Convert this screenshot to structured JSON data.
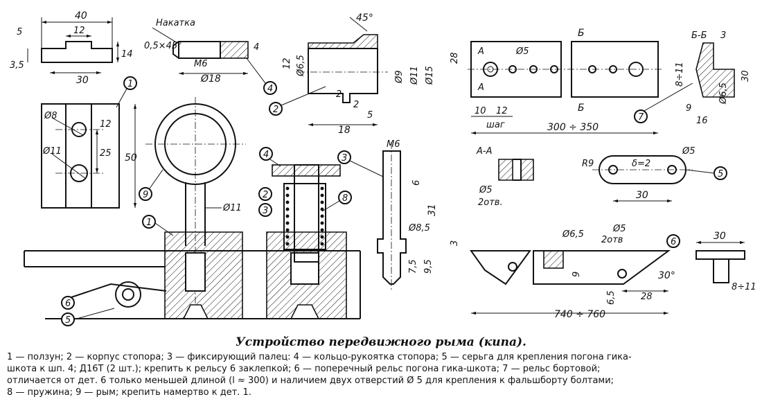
{
  "caption": {
    "title": "Устройство передвижного рыма (кипа).",
    "legend_lines": [
      "1 — ползун; 2 — корпус стопора; 3 — фиксирующий палец: 4 — кольцо-рукоятка стопора; 5 — серьга для крепления погона гика-",
      "шкота к шп. 4; Д16Т (2 шт.); крепить к рельсу 6 заклепкой; 6 — поперечный рельс погона гика-шкота; 7 — рельс бортовой;",
      "отличается от дет. 6 только меньшей длиной (l ≈ 300) и наличием двух отверстий Ø 5 для крепления к фальшборту болтами;",
      "8 — пружина; 9 — рым; крепить намертво к дет. 1."
    ]
  },
  "labels": {
    "knurl": "Накатка",
    "chamfer": "0,5×45°",
    "step": "шаг",
    "section_bb": "Б-Б",
    "section_b": "Б",
    "section_aa": "А-А",
    "section_a": "А",
    "delta": "δ=2",
    "holes_2": "2отв.",
    "holes_2b": "2отв"
  },
  "dimensions": {
    "d40": "40",
    "d12a": "12",
    "d5a": "5",
    "d14": "14",
    "d3_5": "3,5",
    "d30a": "30",
    "m6": "М6",
    "d18": "Ø18",
    "d4": "4",
    "ang45": "45°",
    "d28": "28",
    "d12b": "12",
    "d6_5a": "Ø6,5",
    "d9": "Ø9",
    "d11a": "Ø11",
    "d15": "Ø15",
    "d2a": "2",
    "d2b": "2",
    "d5b": "5",
    "d18b": "18",
    "d5c": "Ø5",
    "d10": "10",
    "d12c": "12",
    "d300": "300 ÷ 350",
    "d3a": "3",
    "d8_11a": "8÷11",
    "d30b": "30",
    "d6_5b": "Ø6,5",
    "d9b": "9",
    "d16": "16",
    "d8": "Ø8",
    "d11b": "Ø11",
    "d12d": "12",
    "d25": "25",
    "d50": "50",
    "d11c": "Ø11",
    "m6b": "М6",
    "d6": "6",
    "d31": "31",
    "d8_5": "Ø8,5",
    "d7_5": "7,5",
    "d9_5": "9,5",
    "d5d": "Ø5",
    "r9": "R9",
    "d5e": "Ø5",
    "d30c": "30",
    "d3b": "3",
    "d6_5c": "Ø6,5",
    "d5f": "Ø5",
    "d9c": "9",
    "d6_5d": "6,5",
    "d28b": "28",
    "ang30": "30°",
    "d740": "740 ÷ 760",
    "d30d": "30",
    "d8_11b": "8÷11"
  },
  "balloons": {
    "b1a": "1",
    "b1b": "1",
    "b2a": "2",
    "b2b": "2",
    "b3a": "3",
    "b3b": "3",
    "b4a": "4",
    "b4b": "4",
    "b5a": "5",
    "b5b": "5",
    "b6a": "6",
    "b6b": "6",
    "b7": "7",
    "b8": "8",
    "b9": "9"
  }
}
